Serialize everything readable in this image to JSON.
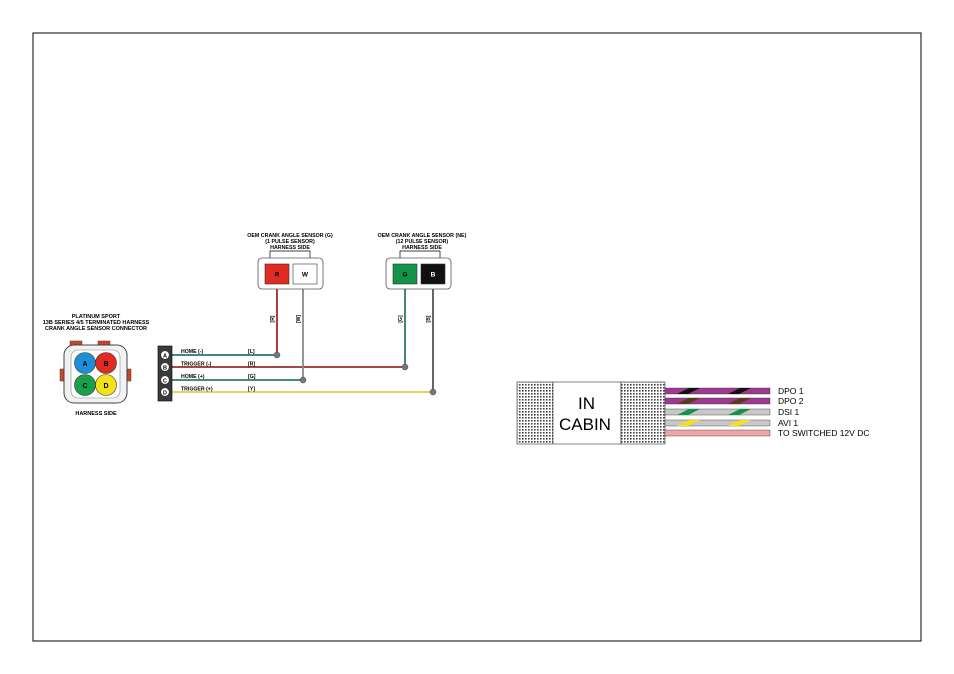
{
  "harness_connector": {
    "title_line1": "PLATINUM SPORT",
    "title_line2": "13B SERIES 4/5 TERMINATED HARNESS",
    "title_line3": "CRANK ANGLE SENSOR CONNECTOR",
    "side_label": "HARNESS SIDE",
    "pins": [
      "A",
      "B",
      "C",
      "D"
    ],
    "pin_colors": [
      "#1c8fd6",
      "#e02b20",
      "#1aa04a",
      "#f5e11a"
    ]
  },
  "terminal_block": {
    "pins": [
      "A",
      "B",
      "C",
      "D"
    ],
    "signals": [
      {
        "label": "HOME (-)",
        "code": "[L]",
        "color": "#2f6e86"
      },
      {
        "label": "TRIGGER (-)",
        "code": "[R]",
        "color": "#9b2b2b"
      },
      {
        "label": "HOME (+)",
        "code": "[G]",
        "color": "#2e7d5a"
      },
      {
        "label": "TRIGGER (+)",
        "code": "[Y]",
        "color": "#e0d24a"
      }
    ]
  },
  "sensor_g": {
    "title_line1": "OEM CRANK ANGLE SENSOR (G)",
    "title_line2": "(1 PULSE SENSOR)",
    "title_line3": "HARNESS SIDE",
    "pin1": {
      "letter": "R",
      "color": "#e02b20",
      "code": "[R]"
    },
    "pin2": {
      "letter": "W",
      "color": "#ffffff",
      "code": "[W]"
    }
  },
  "sensor_ne": {
    "title_line1": "OEM CRANK ANGLE SENSOR (NE)",
    "title_line2": "(12 PULSE SENSOR)",
    "title_line3": "HARNESS SIDE",
    "pin1": {
      "letter": "G",
      "color": "#11934a",
      "code": "[G]"
    },
    "pin2": {
      "letter": "B",
      "color": "#111111",
      "code": "[B]"
    }
  },
  "in_cabin": {
    "line1": "IN",
    "line2": "CABIN",
    "wires": [
      {
        "label": "DPO 1",
        "base": "#9b3a8e",
        "stripe": "#111111"
      },
      {
        "label": "DPO 2",
        "base": "#9b3a8e",
        "stripe": "#5a3a1a"
      },
      {
        "label": "DSI 1",
        "base": "#c8c8c8",
        "stripe": "#11934a"
      },
      {
        "label": "AVI 1",
        "base": "#c8c8c8",
        "stripe": "#f5e11a"
      },
      {
        "label": "TO SWITCHED 12V DC",
        "base": "#f2a4a8",
        "stripe": ""
      }
    ]
  }
}
